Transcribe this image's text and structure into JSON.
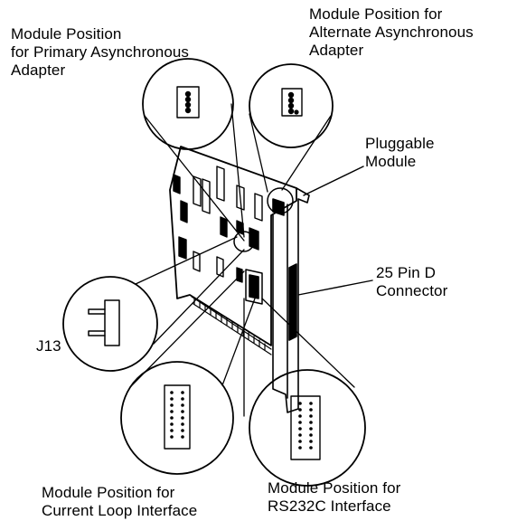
{
  "labels": {
    "primary": [
      "Module Position",
      "for Primary Asynchronous",
      "Adapter"
    ],
    "alternate": [
      "Module Position for",
      "Alternate Asynchronous",
      "Adapter"
    ],
    "pluggable": [
      "Pluggable",
      "Module"
    ],
    "dconnector": [
      "25 Pin D",
      "Connector"
    ],
    "j13": "J13",
    "current_loop": [
      "Module Position for",
      "Current Loop Interface"
    ],
    "rs232c": [
      "Module Position for",
      "RS232C Interface"
    ]
  },
  "colors": {
    "ink": "#000000",
    "paper": "#ffffff"
  }
}
